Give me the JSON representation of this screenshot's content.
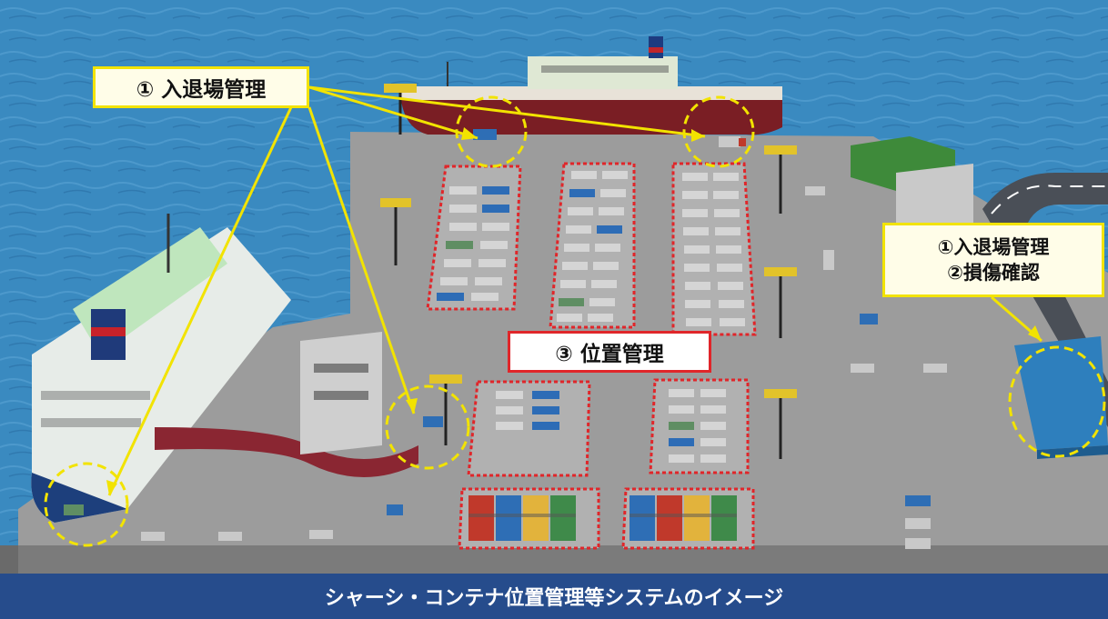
{
  "callouts": {
    "entry_exit": "① 入退場管理",
    "entry_exit_damage_line1": "①入退場管理",
    "entry_exit_damage_line2": "②損傷確認",
    "position": "③ 位置管理"
  },
  "caption": "シャーシ・コンテナ位置管理等システムのイメージ",
  "colors": {
    "sea": "#2f7fb5",
    "pier": "#9a9a9a",
    "callout_yellow": "#f2e300",
    "zone_red": "#e0262a",
    "caption_bar": "#264c8c"
  }
}
